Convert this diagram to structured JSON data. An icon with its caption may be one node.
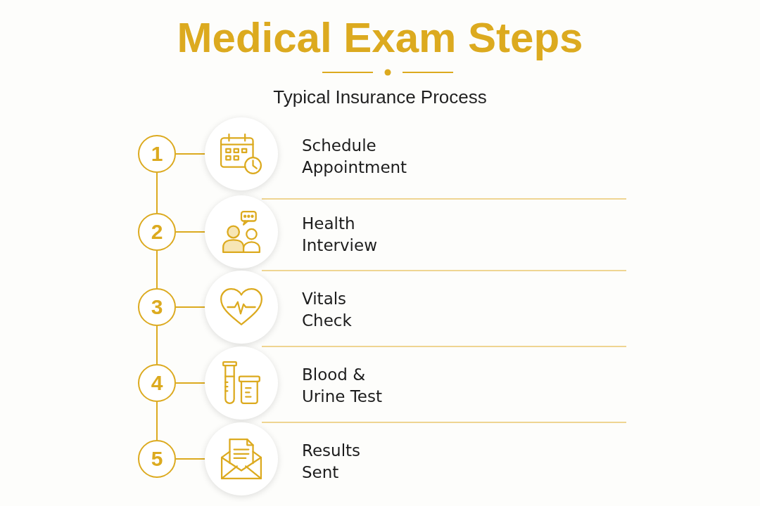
{
  "diagram": {
    "title": "Medical Exam Steps",
    "nodes": [
      {
        "text": [
          "1"
        ]
      },
      {
        "text": [],
        "shape": "circle",
        "beside": [
          "Schedule Appointment"
        ]
      },
      {
        "text": [
          "2"
        ]
      },
      {
        "text": [],
        "shape": "circle",
        "beside": [
          "Health Interview"
        ]
      },
      {
        "text": [
          "3"
        ]
      },
      {
        "text": [],
        "shape": "circle",
        "beside": [
          "Vitals Check"
        ]
      },
      {
        "text": [
          "4"
        ]
      },
      {
        "text": [],
        "shape": "circle",
        "beside": [
          "Blood & Urine Test"
        ]
      },
      {
        "text": [
          "5"
        ]
      },
      {
        "text": [],
        "shape": "circle",
        "beside": [
          "Results Sent"
        ]
      }
    ],
    "edges": [
      {
        "from": 0,
        "to": 1,
        "arrow": "none"
      },
      {
        "from": 0,
        "to": 2,
        "arrow": "none"
      },
      {
        "from": 2,
        "to": 3,
        "arrow": "none"
      },
      {
        "from": 2,
        "to": 4,
        "arrow": "none"
      },
      {
        "from": 4,
        "to": 5,
        "arrow": "none"
      },
      {
        "from": 4,
        "to": 6,
        "arrow": "none"
      },
      {
        "from": 6,
        "to": 7,
        "arrow": "none"
      },
      {
        "from": 6,
        "to": 8,
        "arrow": "none"
      },
      {
        "from": 8,
        "to": 9,
        "arrow": "none"
      }
    ],
    "labels": [
      "Typical Insurance Process"
    ]
  }
}
